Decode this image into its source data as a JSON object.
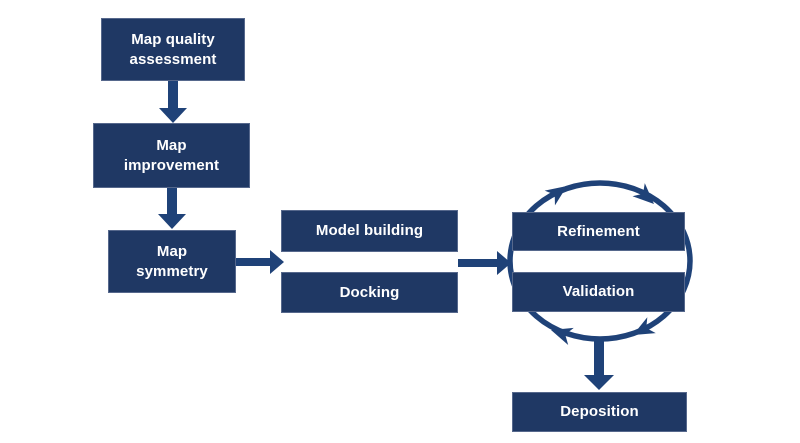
{
  "diagram": {
    "title": "workflow-flowchart",
    "nodes": {
      "map_quality_assessment": "Map quality\nassessment",
      "map_improvement": "Map\nimprovement",
      "map_symmetry": "Map\nsymmetry",
      "model_building": "Model building",
      "docking": "Docking",
      "refinement": "Refinement",
      "validation": "Validation",
      "deposition": "Deposition"
    },
    "edges": [
      "map_quality_assessment -> map_improvement",
      "map_improvement -> map_symmetry",
      "map_symmetry -> model_building/docking",
      "model_building/docking -> refinement/validation",
      "refinement <-> validation (clockwise cycle)",
      "refinement/validation -> deposition"
    ],
    "colors": {
      "box_fill": "#1f3864",
      "box_border": "#56688c",
      "arrow": "#1f4278",
      "text_color": "#ffffff",
      "background": "#ffffff"
    }
  }
}
